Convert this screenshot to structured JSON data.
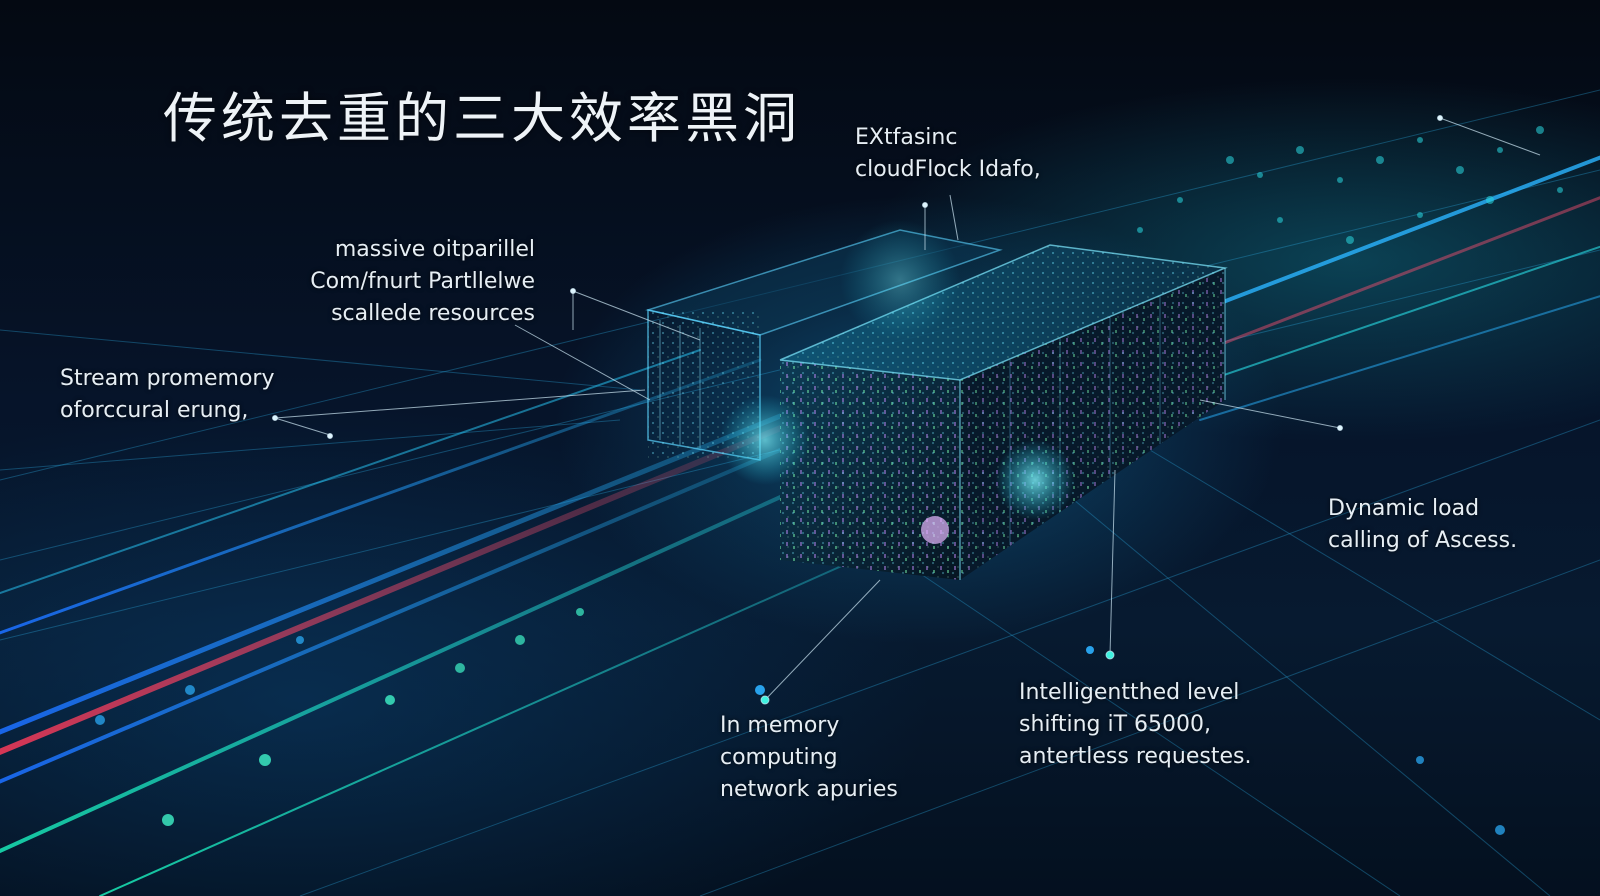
{
  "slide": {
    "title": "传统去重的三大效率黑洞",
    "background": {
      "description": "glowing 3D data block with circuit traces and light streams",
      "colors": {
        "base": "#03070f",
        "cyan": "#23d5e0",
        "blue": "#2a8cff",
        "teal": "#1fe0b0",
        "red": "#e0405a",
        "text": "#e6eef4"
      }
    },
    "callouts": [
      {
        "id": "cloud",
        "lines": [
          "EXtfasinc",
          "cloudFlock Idafo,"
        ]
      },
      {
        "id": "massive",
        "lines": [
          "massive oitparillel",
          "Com/fnurt Partllelwe",
          "scallede resources"
        ]
      },
      {
        "id": "stream",
        "lines": [
          "Stream promemory",
          "oforccural erung,"
        ]
      },
      {
        "id": "dynamic",
        "lines": [
          "Dynamic load",
          "calling of Ascess."
        ]
      },
      {
        "id": "memory",
        "lines": [
          "In memory",
          "computing",
          "network apuries"
        ]
      },
      {
        "id": "intel",
        "lines": [
          "Intelligentthed level",
          "shifting iT 65000,",
          "antertless requestes."
        ]
      }
    ]
  }
}
